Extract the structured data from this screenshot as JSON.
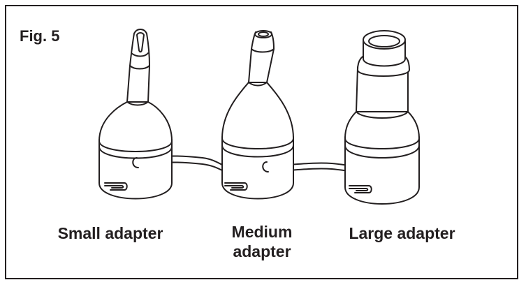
{
  "figure": {
    "label": "Fig. 5",
    "captions": {
      "small": "Small adapter",
      "medium_line1": "Medium",
      "medium_line2": "adapter",
      "large": "Large adapter"
    }
  },
  "colors": {
    "line": "#231f20",
    "background": "#ffffff"
  }
}
